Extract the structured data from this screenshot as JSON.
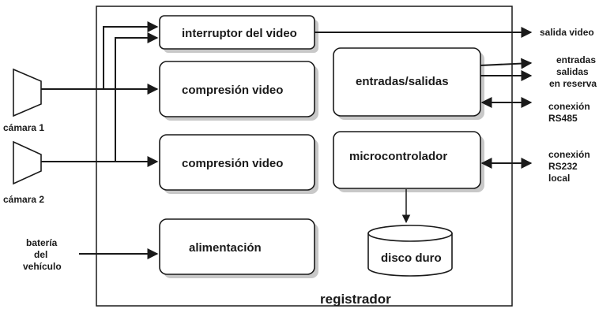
{
  "diagram": {
    "container_label": "registrador",
    "blocks": {
      "switch": "interruptor del video",
      "compression_1": "compresión video",
      "compression_2": "compresión video",
      "io": "entradas/salidas",
      "micro": "microcontrolador",
      "power": "alimentación",
      "disk": "disco duro"
    },
    "inputs": {
      "camera_1": "cámara 1",
      "camera_2": "cámara 2",
      "battery": [
        "batería",
        "del",
        "vehículo"
      ]
    },
    "outputs": {
      "video_out": "salida video",
      "io_lines": [
        "entradas",
        "salidas",
        "en reserva"
      ],
      "rs485": [
        "conexión",
        "RS485"
      ],
      "rs232": [
        "conexión",
        "RS232",
        "local"
      ]
    }
  }
}
